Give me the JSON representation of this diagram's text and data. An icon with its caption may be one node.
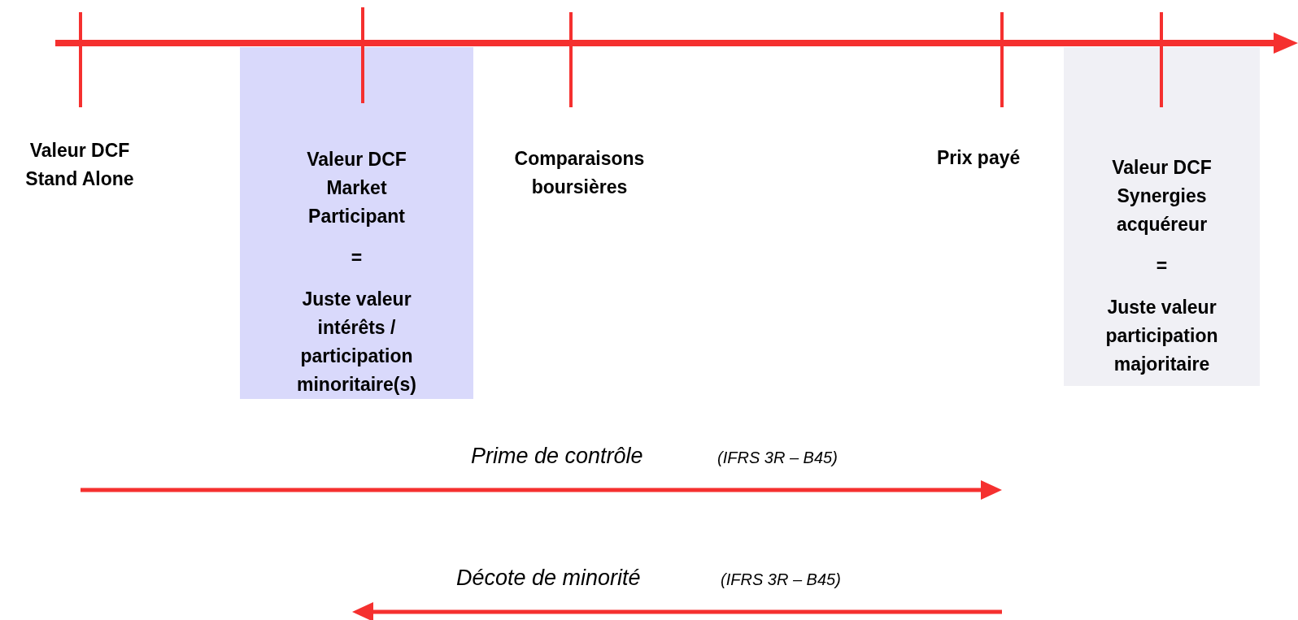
{
  "diagram": {
    "nodes": [
      {
        "text": [
          "Valeur DCF Market Participant",
          "=",
          "Juste valeur intérêts / participation minoritaire(s)"
        ]
      },
      {
        "text": [
          "Valeur DCF Synergies acquéreur",
          "=",
          "Juste valeur participation majoritaire"
        ]
      }
    ],
    "labels": [
      "Valeur DCF Stand Alone",
      "Comparaisons boursières",
      "Prix payé",
      "Prime de contrôle",
      "(IFRS 3R – B45)",
      "Décote de minorité",
      "(IFRS 3R – B45)"
    ]
  }
}
